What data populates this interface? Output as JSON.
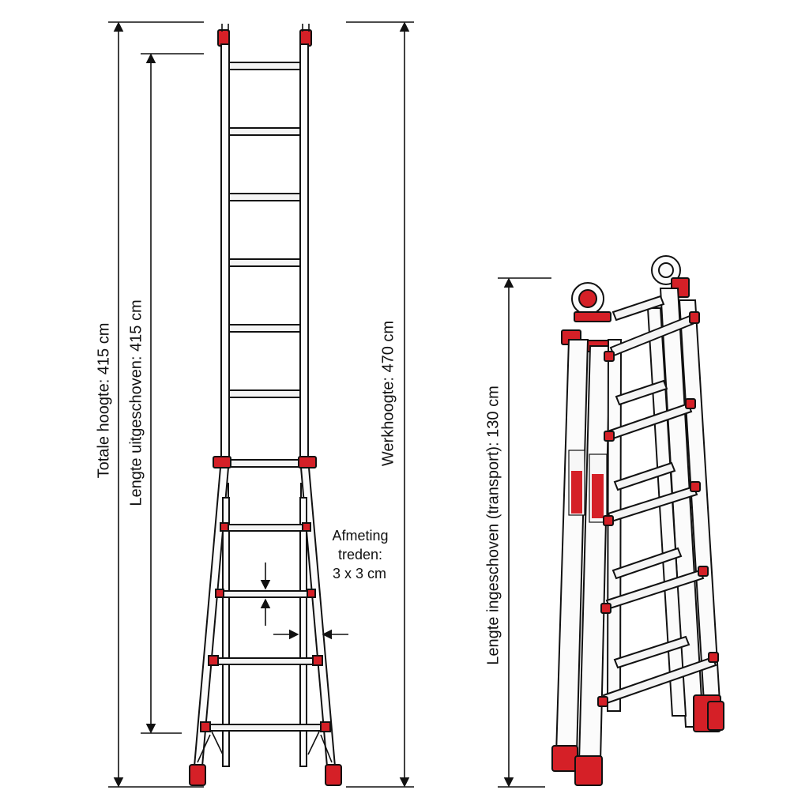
{
  "left_dimensions": {
    "total_height": "Totale hoogte: 415 cm",
    "extended_length": "Lengte uitgeschoven: 415 cm",
    "working_height": "Werkhoogte: 470 cm"
  },
  "step_note": {
    "line1": "Afmeting",
    "line2": "treden:",
    "line3": "3 x 3 cm"
  },
  "right_dimensions": {
    "collapsed_length": "Lengte ingeschoven (transport): 130 cm"
  },
  "colors": {
    "line": "#111111",
    "accent_red": "#d52027",
    "background": "#ffffff"
  }
}
